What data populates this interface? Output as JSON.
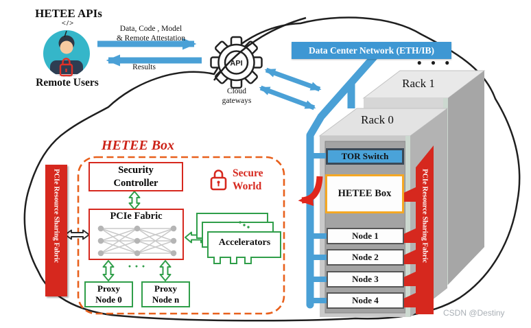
{
  "header": {
    "title": "HETEE APIs"
  },
  "remote_users": {
    "code_glyph": "</>",
    "label": "Remote Users"
  },
  "flow": {
    "request_line1": "Data, Code , Model",
    "request_line2": "& Remote Attestation",
    "response_label": "Results"
  },
  "gateway": {
    "badge": "API",
    "caption_line1": "Cloud",
    "caption_line2": "gateways"
  },
  "datacenter": {
    "network_banner": "Data Center Network (ETH/IB)",
    "more_racks_dots": "● ● ●",
    "rack1_label": "Rack 1",
    "rack0_label": "Rack 0",
    "tor_switch_label": "TOR Switch",
    "hetee_box_label": "HETEE Box",
    "nodes": [
      {
        "label": "Node 1"
      },
      {
        "label": "Node 2"
      },
      {
        "label": "Node 3"
      },
      {
        "label": "Node 4"
      }
    ],
    "pcie_ribbon_label": "PCIe Resource Sharing Fabric"
  },
  "hetee_detail": {
    "title": "HETEE Box",
    "security_controller": {
      "line1": "Security",
      "line2": "Controller"
    },
    "pcie_fabric_label": "PCIe Fabric",
    "proxy_dots": "● ● ●",
    "proxy_node_0": {
      "line1": "Proxy",
      "line2": "Node 0"
    },
    "proxy_node_n": {
      "line1": "Proxy",
      "line2": "Node n"
    },
    "accelerators_label": "Accelerators",
    "secure_world": {
      "line1": "Secure",
      "line2": "World"
    },
    "left_ribbon_label": "PCIe Resource Sharing Fabric"
  },
  "watermark": "CSDN @Destiny",
  "colors": {
    "network_blue": "#4aa0d6",
    "banner_blue": "#3e97d3",
    "fabric_red": "#d6281e",
    "dashed_orange": "#e8601c",
    "secure_green": "#2f9e49",
    "hetee_border_orange": "#f5a823",
    "avatar_teal": "#35b6c9",
    "rack_gray": "#c9c9c9"
  }
}
